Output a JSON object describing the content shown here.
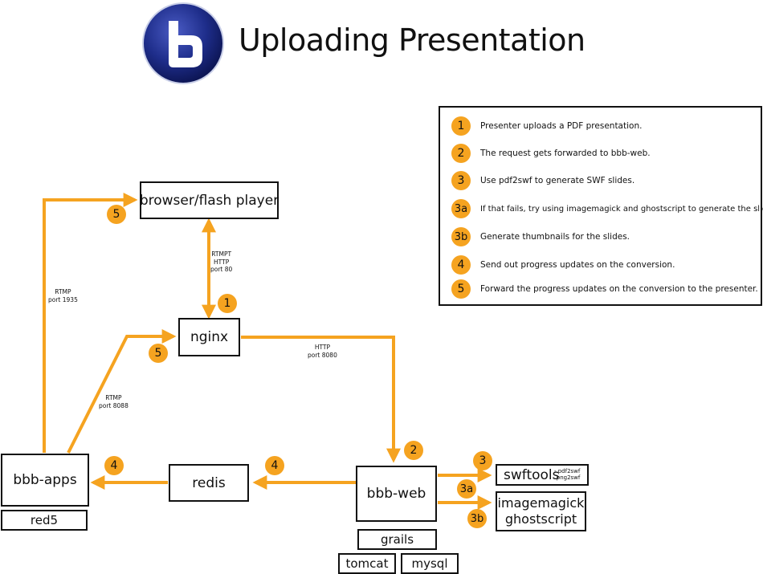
{
  "title": "Uploading Presentation",
  "logo": {
    "letter": "b",
    "colors": {
      "outer": "#1b2a80",
      "inner": "#ffffff"
    }
  },
  "colors": {
    "arrow": "#f5a320",
    "badge": "#f5a320",
    "box_border": "#111111"
  },
  "nodes": {
    "browser": "browser/flash player",
    "nginx": "nginx",
    "bbb_apps": "bbb-apps",
    "red5": "red5",
    "redis": "redis",
    "bbb_web": "bbb-web",
    "grails": "grails",
    "tomcat": "tomcat",
    "mysql": "mysql",
    "swftools": "swftools",
    "swftools_sub1": "- pdf2swf",
    "swftools_sub2": "- png2swf",
    "imagemagick": "imagemagick",
    "ghostscript": "ghostscript"
  },
  "edge_labels": {
    "browser_nginx": [
      "RTMPT",
      "HTTP",
      "port 80"
    ],
    "bbbapps_browser": [
      "RTMP",
      "port 1935"
    ],
    "bbbapps_nginx": [
      "RTMP",
      "port 8088"
    ],
    "nginx_bbbweb": [
      "HTTP",
      "port 8080"
    ]
  },
  "badges": {
    "b1": "1",
    "b2": "2",
    "b3": "3",
    "b3a": "3a",
    "b3b": "3b",
    "b4_left": "4",
    "b4_right": "4",
    "b5_browser": "5",
    "b5_nginx": "5"
  },
  "legend": [
    {
      "badge": "1",
      "text": "Presenter uploads a PDF presentation."
    },
    {
      "badge": "2",
      "text": "The request gets forwarded to bbb-web."
    },
    {
      "badge": "3",
      "text": "Use pdf2swf to generate SWF slides."
    },
    {
      "badge": "3a",
      "text": "If that fails, try using imagemagick and ghostscript to generate the slide."
    },
    {
      "badge": "3b",
      "text": "Generate thumbnails for the slides."
    },
    {
      "badge": "4",
      "text": "Send out progress updates on the conversion."
    },
    {
      "badge": "5",
      "text": "Forward the progress updates on the conversion to the presenter."
    }
  ]
}
